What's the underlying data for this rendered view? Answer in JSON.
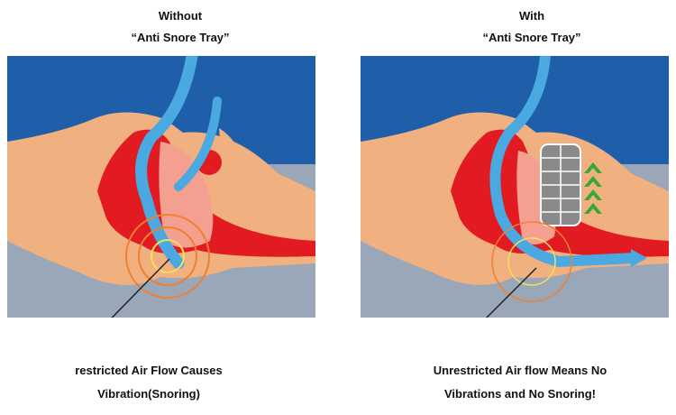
{
  "left_panel": {
    "title_line1": "Without",
    "title_line2": "“Anti Snore Tray”",
    "caption_line1": "restricted Air Flow Causes",
    "caption_line2": "Vibration(Snoring)"
  },
  "right_panel": {
    "title_line1": "With",
    "title_line2": "“Anti Snore Tray”",
    "caption_line1": "Unrestricted Air flow Means No",
    "caption_line2": "Vibrations and No Snoring!"
  },
  "colors": {
    "background_blue": "#1f5ea8",
    "skin": "#f0b080",
    "tissue_red": "#e21a22",
    "airflow_blue": "#4aa9e0",
    "tray_gray": "#8a8a8a",
    "arrow_green": "#38a838",
    "vibration_orange": "#f08030"
  }
}
